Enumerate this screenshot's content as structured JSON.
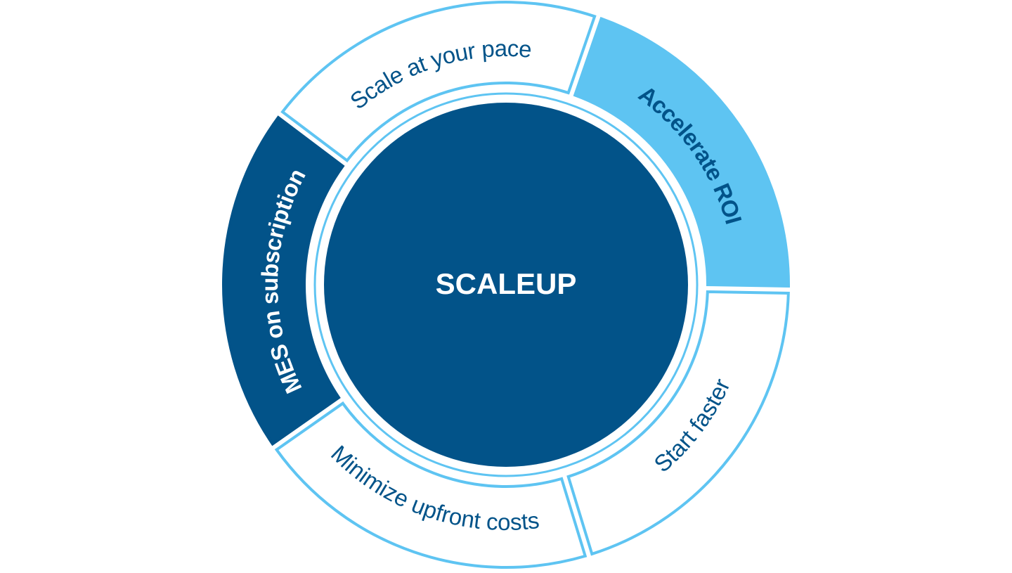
{
  "diagram": {
    "center": {
      "label": "SCALEUP",
      "fill": "#025389",
      "text_color": "#ffffff"
    },
    "segments": [
      {
        "id": "mes-on-subscription",
        "label": "MES on subscription",
        "fill": "#025389",
        "stroke": "#025389",
        "text_color": "#ffffff"
      },
      {
        "id": "scale-at-your-pace",
        "label": "Scale at your pace",
        "fill": "#ffffff",
        "stroke": "#5ec4f2",
        "text_color": "#025389"
      },
      {
        "id": "accelerate-roi",
        "label": "Accelerate ROI",
        "fill": "#5ec4f2",
        "stroke": "#5ec4f2",
        "text_color": "#025389"
      },
      {
        "id": "start-faster",
        "label": "Start faster",
        "fill": "#ffffff",
        "stroke": "#5ec4f2",
        "text_color": "#025389"
      },
      {
        "id": "minimize-upfront-costs",
        "label": "Minimize upfront costs",
        "fill": "#ffffff",
        "stroke": "#5ec4f2",
        "text_color": "#025389"
      }
    ],
    "colors": {
      "dark_blue": "#025389",
      "light_blue": "#5ec4f2",
      "background": "#ffffff"
    }
  }
}
